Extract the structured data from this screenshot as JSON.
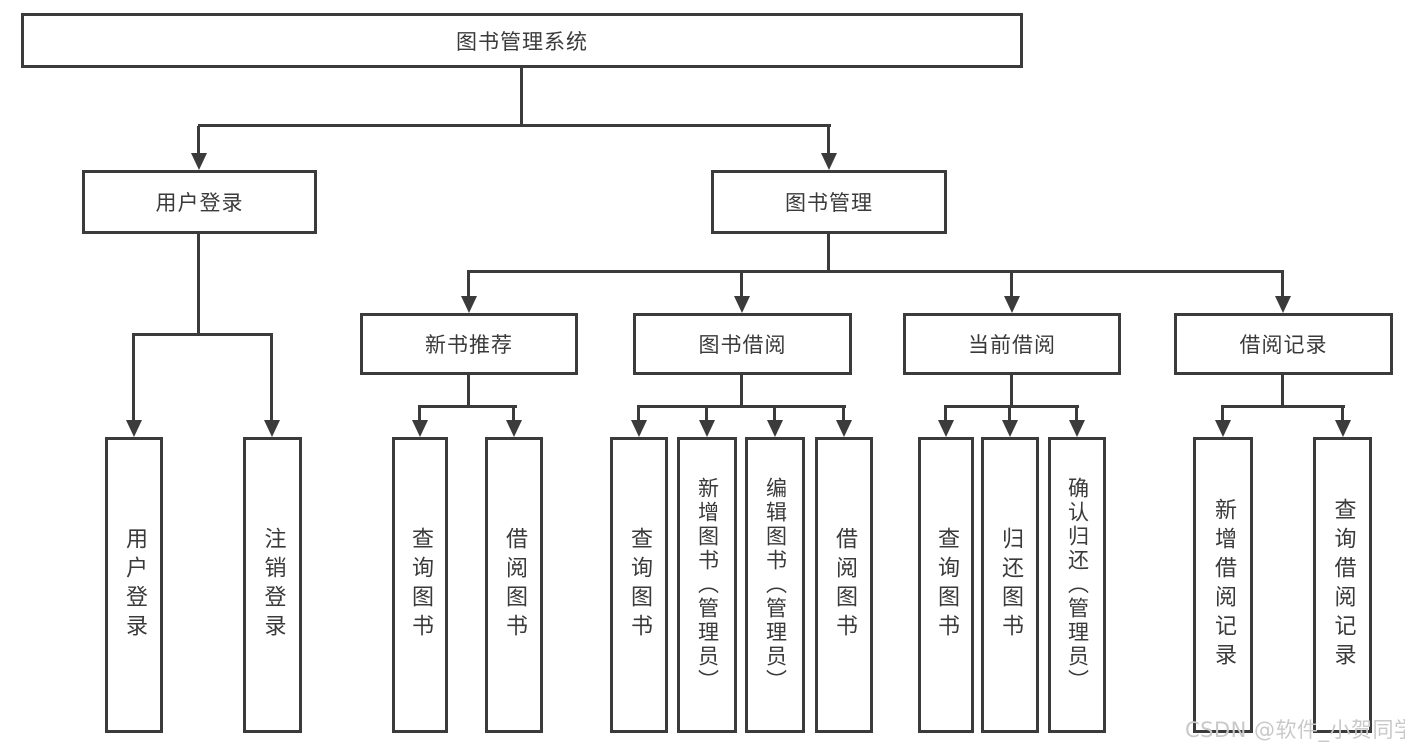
{
  "root": {
    "label": "图书管理系统"
  },
  "user_login": {
    "label": "用户登录",
    "children": [
      {
        "label": "用户登录"
      },
      {
        "label": "注销登录"
      }
    ]
  },
  "book_mgmt": {
    "label": "图书管理",
    "groups": [
      {
        "label": "新书推荐",
        "children": [
          {
            "label": "查询图书"
          },
          {
            "label": "借阅图书"
          }
        ]
      },
      {
        "label": "图书借阅",
        "children": [
          {
            "label": "查询图书"
          },
          {
            "label": "新增图书（管理员）"
          },
          {
            "label": "编辑图书（管理员）"
          },
          {
            "label": "借阅图书"
          }
        ]
      },
      {
        "label": "当前借阅",
        "children": [
          {
            "label": "查询图书"
          },
          {
            "label": "归还图书"
          },
          {
            "label": "确认归还（管理员）"
          }
        ]
      },
      {
        "label": "借阅记录",
        "children": [
          {
            "label": "新增借阅记录"
          },
          {
            "label": "查询借阅记录"
          }
        ]
      }
    ]
  },
  "watermark": "CSDN @软件_小贺同学",
  "colors": {
    "line": "#3b3b3b",
    "text": "#3a3a3a",
    "background": "#ffffff",
    "watermark": "#c9c9c9"
  }
}
